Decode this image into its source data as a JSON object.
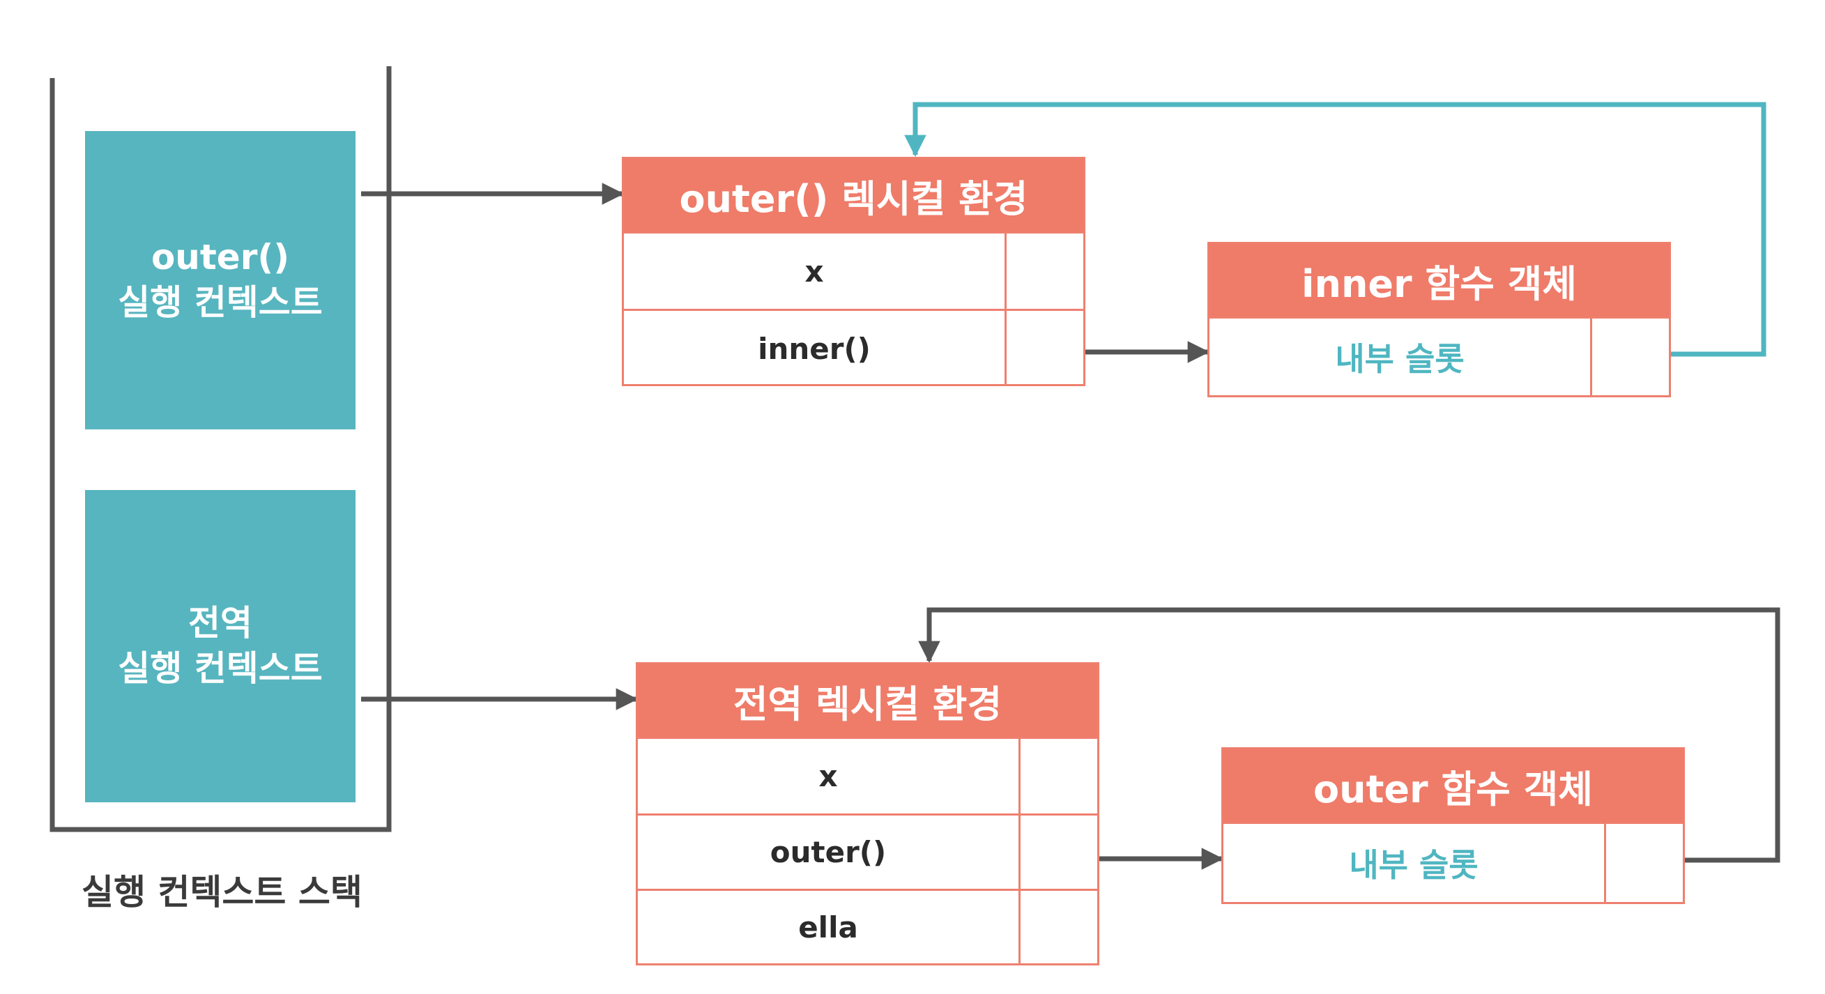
{
  "stack": {
    "contexts": [
      {
        "line1": "outer()",
        "line2": "실행 컨텍스트"
      },
      {
        "line1": "전역",
        "line2": "실행 컨텍스트"
      }
    ],
    "caption": "실행 컨텍스트 스택"
  },
  "outer_env": {
    "title": "outer() 렉시컬 환경",
    "rows": [
      "x",
      "inner()"
    ]
  },
  "inner_fn": {
    "title": "inner 함수 객체",
    "slot": "내부 슬롯"
  },
  "global_env": {
    "title": "전역 렉시컬 환경",
    "rows": [
      "x",
      "outer()",
      "ella"
    ]
  },
  "outer_fn": {
    "title": "outer 함수 객체",
    "slot": "내부 슬롯"
  },
  "colors": {
    "teal": "#57b5bf",
    "salmon": "#ef7b69",
    "arrow_gray": "#555555",
    "arrow_teal": "#4fb6c1"
  }
}
